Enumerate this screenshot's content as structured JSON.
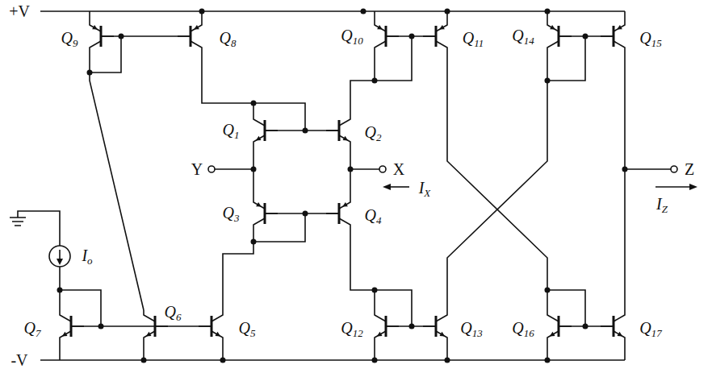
{
  "diagram": {
    "labels": [
      "+V",
      "Q9",
      "Q8",
      "Q10",
      "Q11",
      "Q14",
      "Q15",
      "Q1",
      "Q2",
      "Y",
      "X",
      "IX",
      "Q3",
      "Q4",
      "Z",
      "IZ",
      "Io",
      "Q7",
      "Q6",
      "Q5",
      "Q12",
      "Q13",
      "Q16",
      "Q17",
      "-V"
    ]
  }
}
